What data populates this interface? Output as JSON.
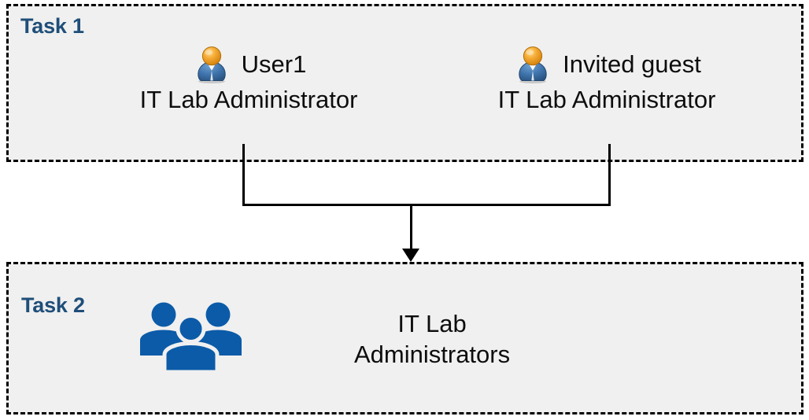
{
  "diagram": {
    "title": "Task 1 and Task 2 role assignment diagram",
    "background_color": "#FFFFFF",
    "box_fill_color": "#F0F0F0",
    "box_border_color": "#000000",
    "label_color": "#1F4E79",
    "text_color": "#0D0D0D",
    "group_icon_color": "#0B5BA8"
  },
  "task1": {
    "label": "Task 1",
    "people": [
      {
        "icon": "user-icon",
        "name": "User1",
        "role": "IT Lab Administrator"
      },
      {
        "icon": "user-icon",
        "name": "Invited guest",
        "role": "IT Lab Administrator"
      }
    ]
  },
  "connector": {
    "arrow_icon": "arrow-down-icon",
    "direction": "down",
    "from": "Task 1",
    "to": "Task 2",
    "source_count": 2
  },
  "task2": {
    "label": "Task 2",
    "group": {
      "icon": "user-group-icon",
      "name": "IT Lab\nAdministrators"
    }
  }
}
